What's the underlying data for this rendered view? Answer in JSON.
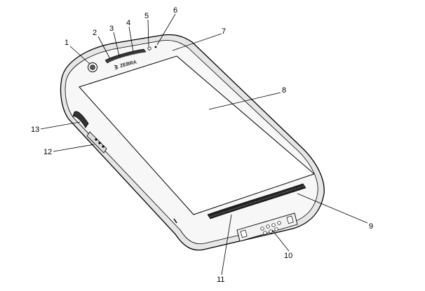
{
  "brand": {
    "logo_text": "ZEBRA"
  },
  "callouts": [
    {
      "id": "1",
      "label": "1"
    },
    {
      "id": "2",
      "label": "2"
    },
    {
      "id": "3",
      "label": "3"
    },
    {
      "id": "4",
      "label": "4"
    },
    {
      "id": "5",
      "label": "5"
    },
    {
      "id": "6",
      "label": "6"
    },
    {
      "id": "7",
      "label": "7"
    },
    {
      "id": "8",
      "label": "8"
    },
    {
      "id": "9",
      "label": "9"
    },
    {
      "id": "10",
      "label": "10"
    },
    {
      "id": "11",
      "label": "11"
    },
    {
      "id": "12",
      "label": "12"
    },
    {
      "id": "13",
      "label": "13"
    }
  ],
  "colors": {
    "line": "#000000",
    "screen": "#ffffff",
    "body_shade": "#d9d9d9",
    "bezel": "#f2f2f2"
  }
}
